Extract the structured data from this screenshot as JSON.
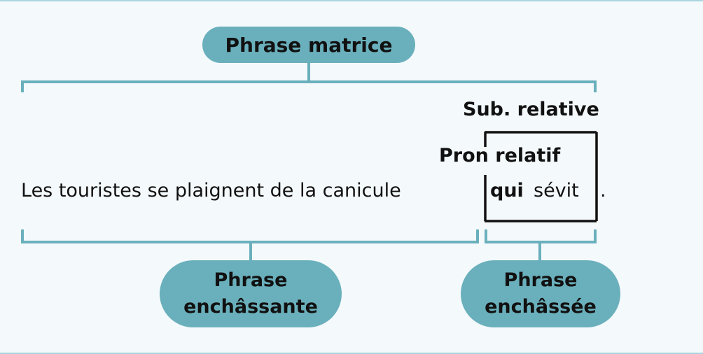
{
  "diagram": {
    "top_node": "Phrase matrice",
    "left_node": "Phrase\nenchâssante",
    "right_node": "Phrase\nenchâssée",
    "sub_relative_label": "Sub. relative",
    "pron_relatif_label": "Pron relatif",
    "sentence": {
      "main": "Les touristes se plaignent de la canicule",
      "pronoun": "qui",
      "verb": "sévit",
      "end": "."
    }
  },
  "colors": {
    "pill": "#6ab0bc",
    "bracket": "#6ab0bc",
    "box": "#111111",
    "background": "#f4f9fb"
  }
}
